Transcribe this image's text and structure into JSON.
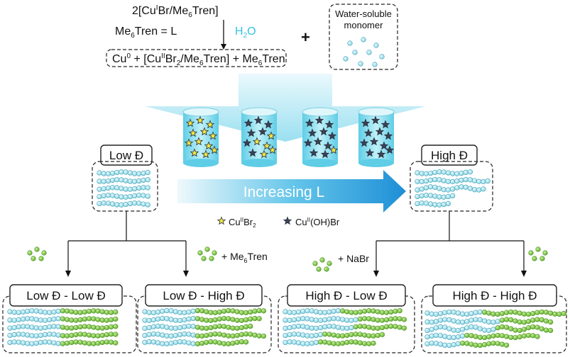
{
  "reaction": {
    "reagent": "2[Cu",
    "reagent_sup": "I",
    "reagent_rest": "Br/Me",
    "reagent_sub": "6",
    "reagent_end": "Tren]",
    "ligand_def_a": "Me",
    "ligand_def_sub": "6",
    "ligand_def_b": "Tren = L",
    "solvent_a": "H",
    "solvent_sub": "2",
    "solvent_b": "O",
    "product_a": "Cu",
    "product_sup0": "0",
    "product_b": " + [Cu",
    "product_sup2": "II",
    "product_c": "Br",
    "product_sub2": "2",
    "product_d": "/Me",
    "product_sub6": "6",
    "product_e": "Tren] + Me",
    "product_sub6b": "6",
    "product_f": "Tren",
    "plus": "+",
    "monomer_line1": "Water-soluble",
    "monomer_line2": "monomer"
  },
  "low_label": "Low Đ",
  "high_label": "High Đ",
  "increasing_label": "Increasing L",
  "legend": {
    "cubr2_a": "Cu",
    "cubr2_sup": "II",
    "cubr2_b": "Br",
    "cubr2_sub": "2",
    "cuohbr_a": "Cu",
    "cuohbr_sup": "II",
    "cuohbr_b": "(OH)Br"
  },
  "additions": {
    "me6tren_a": "+ Me",
    "me6tren_sub": "6",
    "me6tren_b": "Tren",
    "nabr": "+ NaBr"
  },
  "results": [
    "Low Đ - Low Đ",
    "Low Đ - High Đ",
    "High Đ - Low Đ",
    "High Đ - High Đ"
  ],
  "colors": {
    "cyan_bead": "#aee6ef",
    "green_bead": "#8fd04a",
    "yellow_star": "#f2e642",
    "dark_star": "#3a4256",
    "arrow_start": "#e6f7fb",
    "arrow_end": "#1e8fd6",
    "water_text": "#35c3e3"
  }
}
